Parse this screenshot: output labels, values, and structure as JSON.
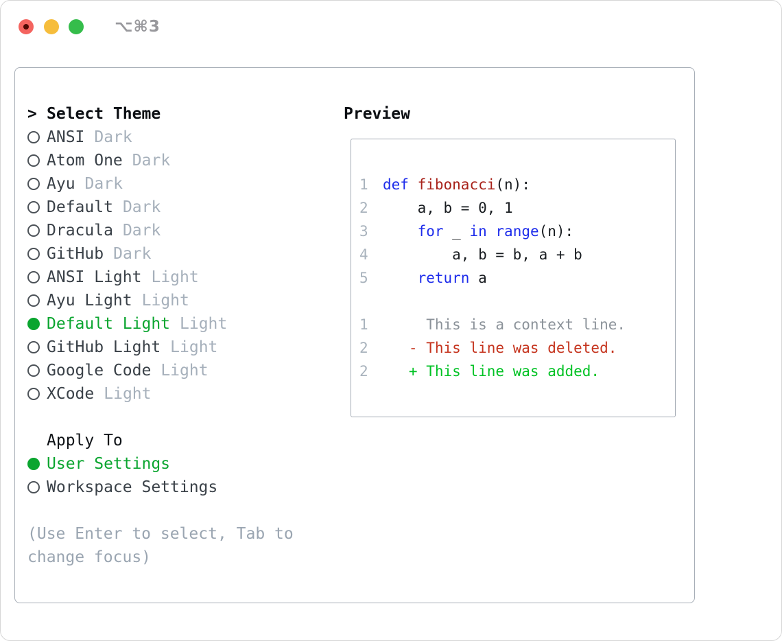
{
  "titlebar": {
    "shortcut_label": "⌥⌘3"
  },
  "theme_picker": {
    "header": {
      "prompt": ">",
      "label": "Select Theme"
    },
    "items": [
      {
        "name": "ANSI",
        "variant": "Dark",
        "selected": false
      },
      {
        "name": "Atom One",
        "variant": "Dark",
        "selected": false
      },
      {
        "name": "Ayu",
        "variant": "Dark",
        "selected": false
      },
      {
        "name": "Default",
        "variant": "Dark",
        "selected": false
      },
      {
        "name": "Dracula",
        "variant": "Dark",
        "selected": false
      },
      {
        "name": "GitHub",
        "variant": "Dark",
        "selected": false
      },
      {
        "name": "ANSI Light",
        "variant": "Light",
        "selected": false
      },
      {
        "name": "Ayu Light",
        "variant": "Light",
        "selected": false
      },
      {
        "name": "Default Light",
        "variant": "Light",
        "selected": true
      },
      {
        "name": "GitHub Light",
        "variant": "Light",
        "selected": false
      },
      {
        "name": "Google Code",
        "variant": "Light",
        "selected": false
      },
      {
        "name": "XCode",
        "variant": "Light",
        "selected": false
      }
    ]
  },
  "apply_to": {
    "label": "Apply To",
    "options": [
      {
        "label": "User Settings",
        "selected": true
      },
      {
        "label": "Workspace Settings",
        "selected": false
      }
    ]
  },
  "hint": {
    "line1": "(Use Enter to select, Tab to",
    "line2": "change focus)"
  },
  "preview": {
    "header": "Preview",
    "lines": [
      {
        "num": "1",
        "segments": [
          {
            "style": "keyword",
            "text": "def"
          },
          {
            "style": "plain",
            "text": " "
          },
          {
            "style": "function",
            "text": "fibonacci"
          },
          {
            "style": "plain",
            "text": "(n):"
          }
        ]
      },
      {
        "num": "2",
        "segments": [
          {
            "style": "plain",
            "text": "    a, b = 0, 1"
          }
        ]
      },
      {
        "num": "3",
        "segments": [
          {
            "style": "plain",
            "text": "    "
          },
          {
            "style": "keyword",
            "text": "for"
          },
          {
            "style": "plain",
            "text": " _ "
          },
          {
            "style": "keyword",
            "text": "in"
          },
          {
            "style": "plain",
            "text": " "
          },
          {
            "style": "keyword",
            "text": "range"
          },
          {
            "style": "plain",
            "text": "(n):"
          }
        ]
      },
      {
        "num": "4",
        "segments": [
          {
            "style": "plain",
            "text": "        a, b = b, a + b"
          }
        ]
      },
      {
        "num": "5",
        "segments": [
          {
            "style": "plain",
            "text": "    "
          },
          {
            "style": "keyword",
            "text": "return"
          },
          {
            "style": "plain",
            "text": " a"
          }
        ]
      },
      {
        "num": "",
        "segments": []
      },
      {
        "num": "1",
        "segments": [
          {
            "style": "context",
            "text": "     This is a context line."
          }
        ]
      },
      {
        "num": "2",
        "segments": [
          {
            "style": "deleted",
            "text": "   - This line was deleted."
          }
        ]
      },
      {
        "num": "2",
        "segments": [
          {
            "style": "added",
            "text": "   + This line was added."
          }
        ]
      }
    ]
  },
  "colors": {
    "selection_green": "#0aa52f",
    "diff_added_green": "#00c224",
    "diff_deleted_red": "#c5331d",
    "keyword_blue": "#1d2ceb",
    "function_red": "#a8231b",
    "muted_gray": "#a6b0bb",
    "traffic_red": "#f4645f",
    "traffic_yellow": "#f6bd3c",
    "traffic_green": "#35bd4b"
  }
}
